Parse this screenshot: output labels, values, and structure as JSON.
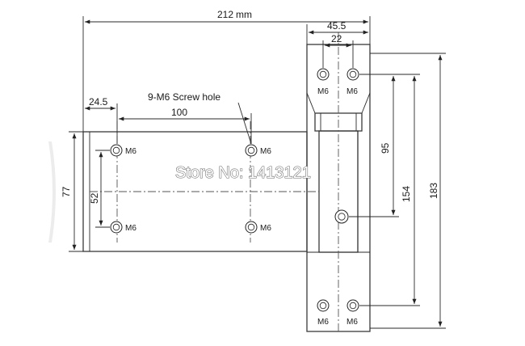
{
  "dimensions": {
    "total_width": "212",
    "total_width_unit": "mm",
    "plate_width": "45.5",
    "hole_spacing_top": "22",
    "edge_offset": "24.5",
    "hole_pitch": "100",
    "screw_callout": "9-M6 Screw hole",
    "plate_height": "77",
    "vertical_hole_pitch": "52",
    "dim_95": "95",
    "dim_154": "154",
    "dim_183": "183"
  },
  "hole_label": "M6",
  "watermark": "Store No: 1413121"
}
